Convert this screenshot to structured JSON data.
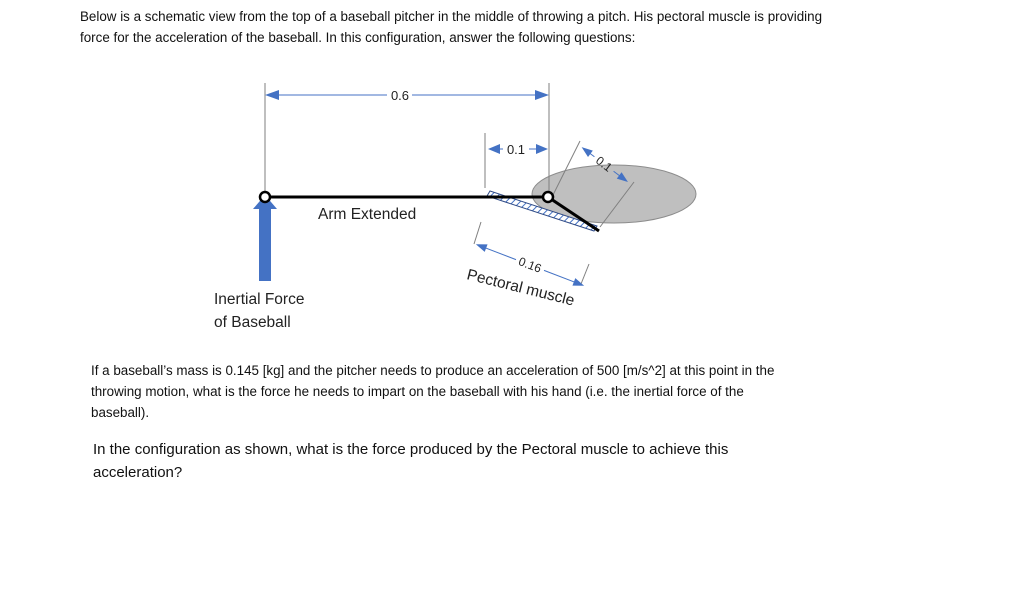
{
  "intro_text": "Below is a schematic view from the top of a baseball pitcher in the middle of throwing a pitch.  His pectoral muscle is providing force for the acceleration of the baseball.  In this configuration, answer the following questions:",
  "diagram": {
    "dim_arm_length": "0.6",
    "dim_shoulder_offset": "0.1",
    "dim_muscle_offset": "0.1",
    "dim_muscle_length": "0.16",
    "arm_label": "Arm Extended",
    "muscle_label": "Pectoral muscle",
    "force_label_line1": "Inertial Force",
    "force_label_line2": "of Baseball",
    "colors": {
      "force_arrow": "#4472c4",
      "torso": "#bfbfbf",
      "dimension_arrow": "#4472c4",
      "arm": "#000000"
    }
  },
  "question_1": "If a baseball’s mass is 0.145 [kg] and the pitcher needs to produce an acceleration of 500 [m/s^2] at this point in the throwing motion, what is the force he needs to impart on the baseball with his hand (i.e. the inertial force of the baseball).",
  "question_2": "In the configuration as shown, what is the force produced by the Pectoral muscle to achieve this acceleration?"
}
